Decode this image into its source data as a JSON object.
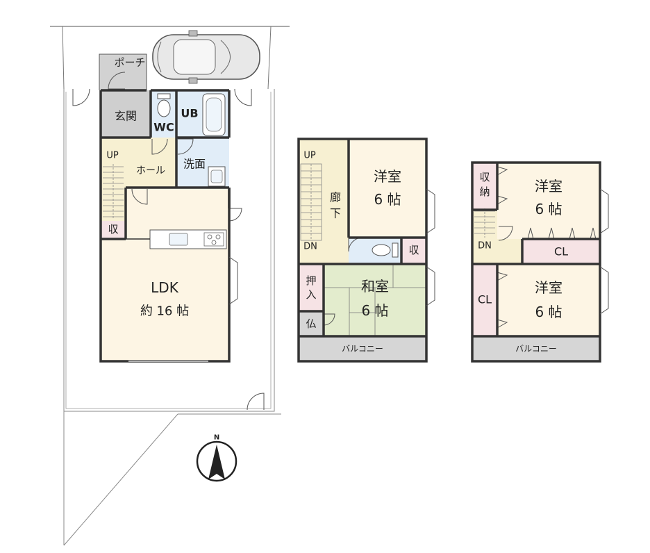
{
  "floor1": {
    "porch": "ポーチ",
    "entrance": "玄関",
    "wc": "WC",
    "ub": "UB",
    "washroom": "洗面",
    "hall": "ホール",
    "up": "UP",
    "storage": "収",
    "ldk": "LDK",
    "ldk_size": "約 16 帖"
  },
  "floor2": {
    "up": "UP",
    "dn": "DN",
    "corridor_top": "廊",
    "corridor_bottom": "下",
    "western_room": "洋室",
    "western_room_size": "6 帖",
    "storage": "収",
    "oshiire_top": "押",
    "oshiire_bottom": "入",
    "butsudan": "仏",
    "japanese_room": "和室",
    "japanese_room_size": "6 帖",
    "balcony": "バルコニー"
  },
  "floor3": {
    "storage_top": "収",
    "storage_bottom": "納",
    "dn": "DN",
    "western_room_1": "洋室",
    "western_room_1_size": "6 帖",
    "closet_1": "CL",
    "closet_2": "CL",
    "western_room_2": "洋室",
    "western_room_2_size": "6 帖",
    "balcony": "バルコニー"
  },
  "compass": {
    "north": "N"
  },
  "colors": {
    "wood_floor": "#fdf5e4",
    "hall_floor": "#f7f0d2",
    "tile_floor": "#cfcfcf",
    "wet_floor": "#e1edf8",
    "tatami": "#e3eccd",
    "closet": "#f6e3e5",
    "balcony": "#d6d6d6",
    "wall": "#333333"
  }
}
